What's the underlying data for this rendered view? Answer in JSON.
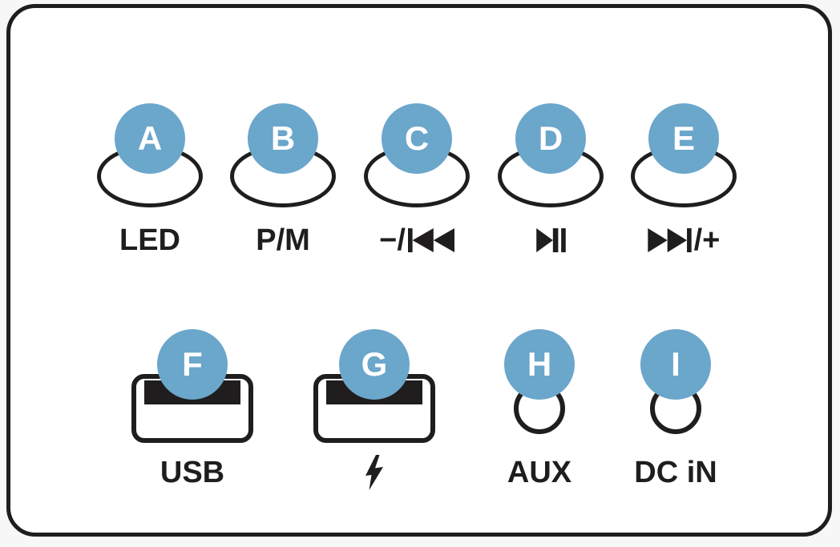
{
  "colors": {
    "badge": "#6ba6cb",
    "ink": "#201d1e",
    "panel_bg": "#ffffff",
    "page_bg": "#f7f7f8"
  },
  "controls": {
    "a": {
      "letter": "A",
      "label": "LED"
    },
    "b": {
      "letter": "B",
      "label": "P/M"
    },
    "c": {
      "letter": "C",
      "label_prefix": "−/",
      "icon": "previous-track",
      "label_text": "−/⏮"
    },
    "d": {
      "letter": "D",
      "icon": "play-pause",
      "label_text": "⏯"
    },
    "e": {
      "letter": "E",
      "label_suffix": "/+",
      "icon": "next-track",
      "label_text": "⏭/+"
    },
    "f": {
      "letter": "F",
      "label": "USB"
    },
    "g": {
      "letter": "G",
      "icon": "charge-lightning",
      "label_text": "⚡"
    },
    "h": {
      "letter": "H",
      "label": "AUX"
    },
    "i": {
      "letter": "I",
      "label": "DC iN"
    }
  }
}
